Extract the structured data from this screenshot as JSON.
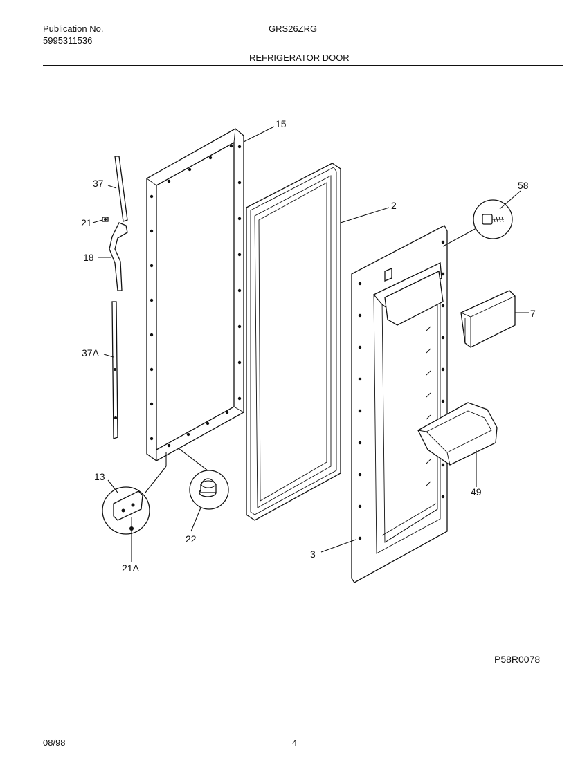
{
  "header": {
    "publication_label": "Publication No.",
    "publication_number": "5995311536",
    "model": "GRS26ZRG",
    "section_title": "REFRIGERATOR DOOR"
  },
  "diagram": {
    "callouts": {
      "p15": "15",
      "p2": "2",
      "p58": "58",
      "p7": "7",
      "p49": "49",
      "p3": "3",
      "p37": "37",
      "p21": "21",
      "p18": "18",
      "p37a": "37A",
      "p13": "13",
      "p21a": "21A",
      "p22": "22"
    },
    "drawing_code": "P58R0078"
  },
  "footer": {
    "date": "08/98",
    "page_number": "4"
  }
}
